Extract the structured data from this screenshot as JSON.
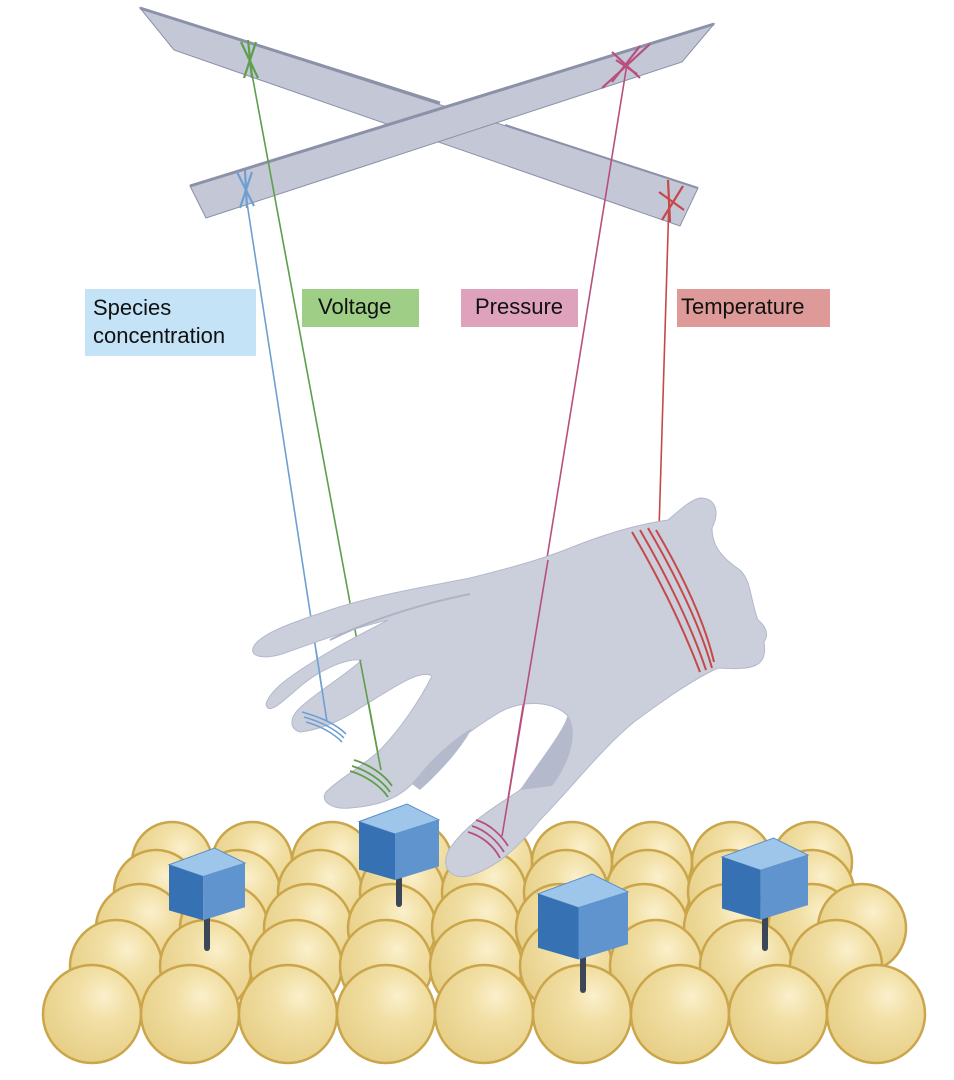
{
  "labels": {
    "species": "Species concentration",
    "voltage": "Voltage",
    "pressure": "Pressure",
    "temperature": "Temperature"
  },
  "colors": {
    "species": "#6f9fd2",
    "species_bg": "#c4e3f6",
    "voltage": "#5e9e4c",
    "voltage_bg": "#9fcf86",
    "pressure": "#b84f7c",
    "pressure_bg": "#dfa2bd",
    "temperature": "#c64848",
    "temperature_bg": "#de9a98",
    "control_bar": "#c4c7d6",
    "hand": "#cbcfdc",
    "sphere": "#eedb9d",
    "sphere_edge": "#caa54a",
    "cube": "#4f87c6",
    "stem": "#3b4656"
  },
  "icons": [
    "puppet-control-bar",
    "puppeteer-hand",
    "sphere-lattice",
    "probe-cube"
  ]
}
